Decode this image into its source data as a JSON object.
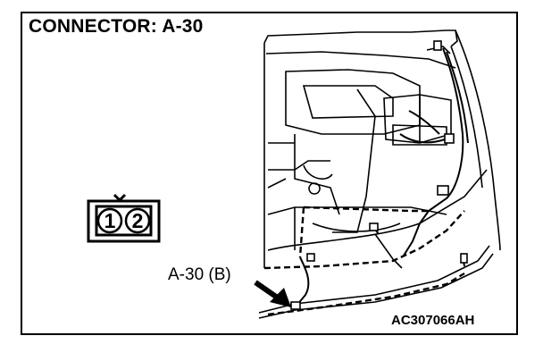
{
  "header": {
    "title": "CONNECTOR: A-30"
  },
  "connector": {
    "pins": [
      "1",
      "2"
    ]
  },
  "callout": {
    "label": "A-30 (B)"
  },
  "figure": {
    "code": "AC307066AH"
  },
  "colors": {
    "line": "#000000",
    "background": "#ffffff"
  },
  "icons": [
    "connector-face-icon",
    "pointer-arrow-icon"
  ]
}
